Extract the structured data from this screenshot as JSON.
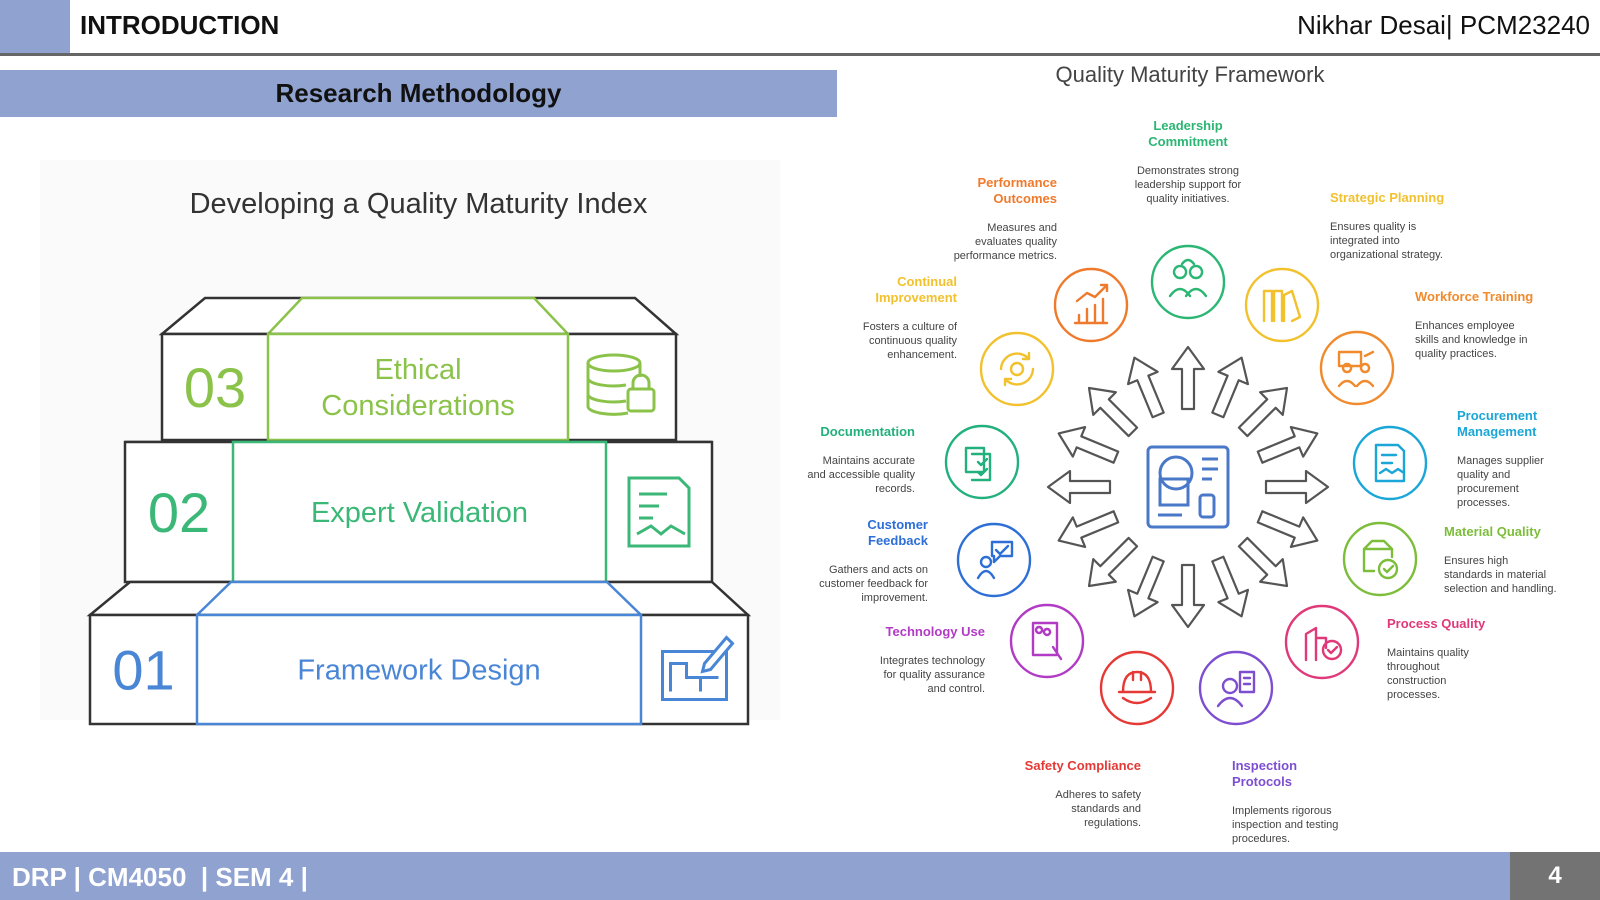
{
  "header": {
    "title": "INTRODUCTION",
    "author": "Nikhar Desai| PCM23240"
  },
  "band": {
    "label": "Research Methodology"
  },
  "left": {
    "title": "Developing a Quality Maturity Index",
    "steps": [
      {
        "number": "03",
        "lines": [
          "Ethical",
          "Considerations"
        ],
        "icon": "database-lock-icon",
        "color": "#8bc34a"
      },
      {
        "number": "02",
        "lines": [
          "Expert Validation"
        ],
        "icon": "contract-handshake-icon",
        "color": "#3bb877"
      },
      {
        "number": "01",
        "lines": [
          "Framework Design"
        ],
        "icon": "blueprint-edit-icon",
        "color": "#4a86d6"
      }
    ]
  },
  "right": {
    "title": "Quality Maturity Framework",
    "center_icon": "framework-shapes-icon",
    "items": [
      {
        "title": [
          "Leadership",
          "Commitment"
        ],
        "desc": [
          "Demonstrates strong",
          "leadership support for",
          "quality initiatives."
        ],
        "icon": "team-icon",
        "color": "#2bb673"
      },
      {
        "title": [
          "Strategic Planning"
        ],
        "desc": [
          "Ensures quality is",
          "integrated into",
          "organizational strategy."
        ],
        "icon": "library-icon",
        "color": "#f2c12e"
      },
      {
        "title": [
          "Workforce Training"
        ],
        "desc": [
          "Enhances employee",
          "skills and knowledge in",
          "quality practices."
        ],
        "icon": "training-icon",
        "color": "#f08a2c"
      },
      {
        "title": [
          "Procurement",
          "Management"
        ],
        "desc": [
          "Manages supplier",
          "quality and",
          "procurement",
          "processes."
        ],
        "icon": "contract-icon",
        "color": "#1aa6d6"
      },
      {
        "title": [
          "Material Quality"
        ],
        "desc": [
          "Ensures high",
          "standards in material",
          "selection and handling."
        ],
        "icon": "package-check-icon",
        "color": "#7cbd3a"
      },
      {
        "title": [
          "Process Quality"
        ],
        "desc": [
          "Maintains quality",
          "throughout",
          "construction",
          "processes."
        ],
        "icon": "process-check-icon",
        "color": "#e0397a"
      },
      {
        "title": [
          "Inspection",
          "Protocols"
        ],
        "desc": [
          "Implements rigorous",
          "inspection and testing",
          "procedures."
        ],
        "icon": "inspector-icon",
        "color": "#7d4fd0"
      },
      {
        "title": [
          "Safety Compliance"
        ],
        "desc": [
          "Adheres to safety",
          "standards and",
          "regulations."
        ],
        "icon": "hard-hat-icon",
        "color": "#e53935"
      },
      {
        "title": [
          "Technology Use"
        ],
        "desc": [
          "Integrates technology",
          "for quality assurance",
          "and control."
        ],
        "icon": "tablet-icon",
        "color": "#b13bc4"
      },
      {
        "title": [
          "Customer",
          "Feedback"
        ],
        "desc": [
          "Gathers and acts on",
          "customer feedback for",
          "improvement."
        ],
        "icon": "feedback-icon",
        "color": "#2d6fd6"
      },
      {
        "title": [
          "Documentation"
        ],
        "desc": [
          "Maintains accurate",
          "and accessible quality",
          "records."
        ],
        "icon": "documents-icon",
        "color": "#22b07d"
      },
      {
        "title": [
          "Continual",
          "Improvement"
        ],
        "desc": [
          "Fosters a culture of",
          "continuous quality",
          "enhancement."
        ],
        "icon": "cycle-gear-icon",
        "color": "#f2c12e"
      },
      {
        "title": [
          "Performance",
          "Outcomes"
        ],
        "desc": [
          "Measures and",
          "evaluates quality",
          "performance metrics."
        ],
        "icon": "growth-chart-icon",
        "color": "#f07a2c"
      }
    ]
  },
  "footer": {
    "label": "DRP | CM4050  | SEM 4 |",
    "page": "4"
  }
}
